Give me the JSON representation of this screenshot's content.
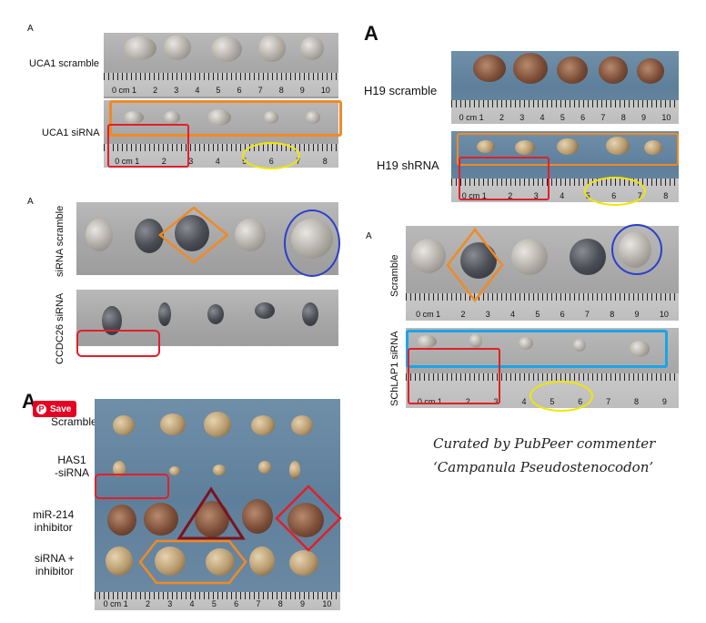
{
  "panel_uca1": {
    "letter": "A",
    "row1_label": "UCA1 scramble",
    "row2_label": "UCA1 siRNA",
    "ruler_prefix": "0  cm 1",
    "ticks": [
      "2",
      "3",
      "4",
      "5",
      "6",
      "7",
      "8",
      "9",
      "10"
    ]
  },
  "panel_ccdc26": {
    "letter": "A",
    "row1_label": "siRNA scramble",
    "row2_label": "CCDC26 siRNA"
  },
  "panel_has1": {
    "letter": "A",
    "rows": [
      "Scramble",
      "HAS1\n-siRNA",
      "miR-214\ninhibitor",
      "siRNA +\ninhibitor"
    ],
    "ruler_prefix": "0  cm 1",
    "ticks": [
      "2",
      "3",
      "4",
      "5",
      "6",
      "7",
      "8",
      "9",
      "10"
    ]
  },
  "panel_h19": {
    "letter": "A",
    "row1_label": "H19 scramble",
    "row2_label": "H19 shRNA",
    "ruler_prefix": "0  cm 1",
    "ticks": [
      "2",
      "3",
      "4",
      "5",
      "6",
      "7",
      "8",
      "9",
      "10"
    ]
  },
  "panel_schlap1": {
    "letter": "A",
    "row1_label": "Scramble",
    "row2_label": "SChLAP1 siRNA",
    "ruler_prefix": "0  cm 1",
    "ticks": [
      "2",
      "3",
      "4",
      "5",
      "6",
      "7",
      "8",
      "9",
      "10"
    ]
  },
  "save_button": {
    "label": "Save"
  },
  "credit": {
    "line1": "Curated by PubPeer commenter",
    "line2": "‘Campanula Pseudostenocodon’"
  },
  "colors": {
    "orange": "#f08a24",
    "red": "#e0202a",
    "yellow": "#f2e600",
    "blue": "#2d3fc9",
    "cyan": "#1aa4e8",
    "darkred": "#7a1420"
  }
}
